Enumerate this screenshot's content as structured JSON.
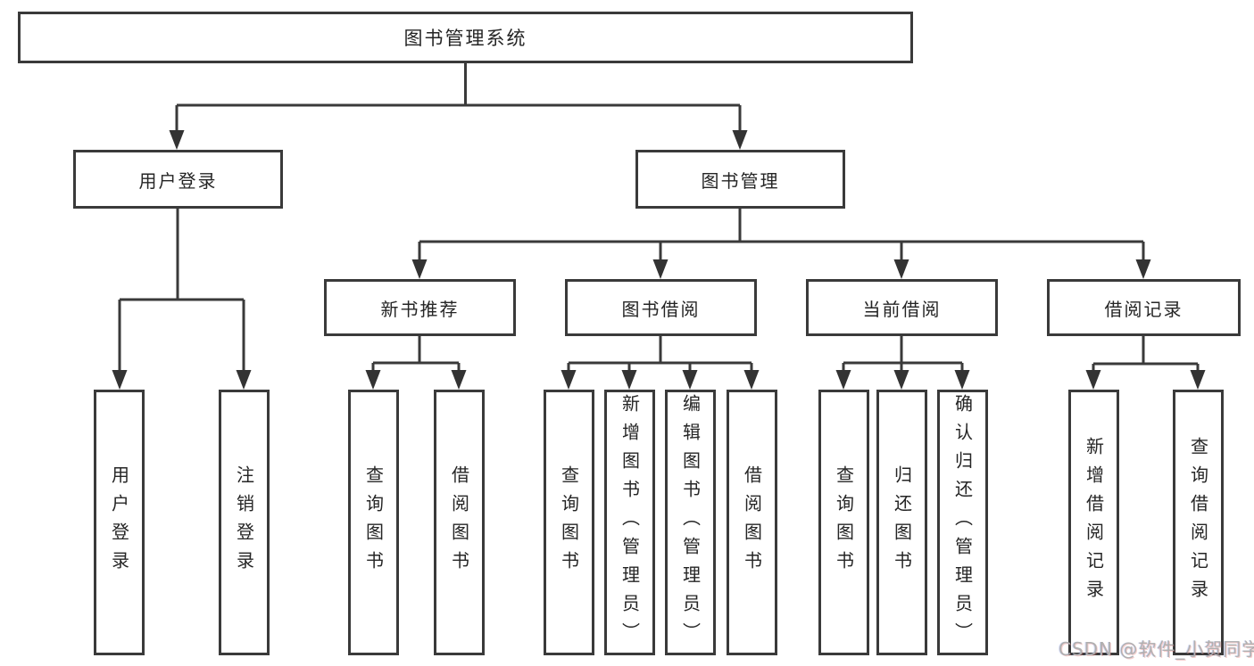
{
  "page": {
    "background": "#ffffff"
  },
  "colors": {
    "line": "#3a3a3a",
    "box_border": "#3a3a3a",
    "text": "#252525",
    "watermark": "#b0b0b0"
  },
  "watermark": {
    "text": "CSDN @软件_小贺同学"
  },
  "tree": {
    "root": {
      "label": "图书管理系统"
    },
    "branches": [
      {
        "label": "用户登录",
        "children": [
          {
            "label": "用户登录"
          },
          {
            "label": "注销登录"
          }
        ]
      },
      {
        "label": "图书管理",
        "children": [
          {
            "label": "新书推荐",
            "children": [
              {
                "label": "查询图书"
              },
              {
                "label": "借阅图书"
              }
            ]
          },
          {
            "label": "图书借阅",
            "children": [
              {
                "label": "查询图书"
              },
              {
                "label": "新增图书（管理员）"
              },
              {
                "label": "编辑图书（管理员）"
              },
              {
                "label": "借阅图书"
              }
            ]
          },
          {
            "label": "当前借阅",
            "children": [
              {
                "label": "查询图书"
              },
              {
                "label": "归还图书"
              },
              {
                "label": "确认归还（管理员）"
              }
            ]
          },
          {
            "label": "借阅记录",
            "children": [
              {
                "label": "新增借阅记录"
              },
              {
                "label": "查询借阅记录"
              }
            ]
          }
        ]
      }
    ]
  }
}
